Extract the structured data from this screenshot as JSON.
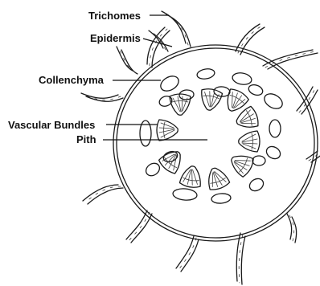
{
  "diagram": {
    "labels": {
      "trichomes": "Trichomes",
      "epidermis": "Epidermis",
      "collenchyma": "Collenchyma",
      "vascular_bundles": "Vascular Bundles",
      "pith": "Pith"
    },
    "ink_color": "#1a1a1a",
    "background_color": "#ffffff"
  }
}
